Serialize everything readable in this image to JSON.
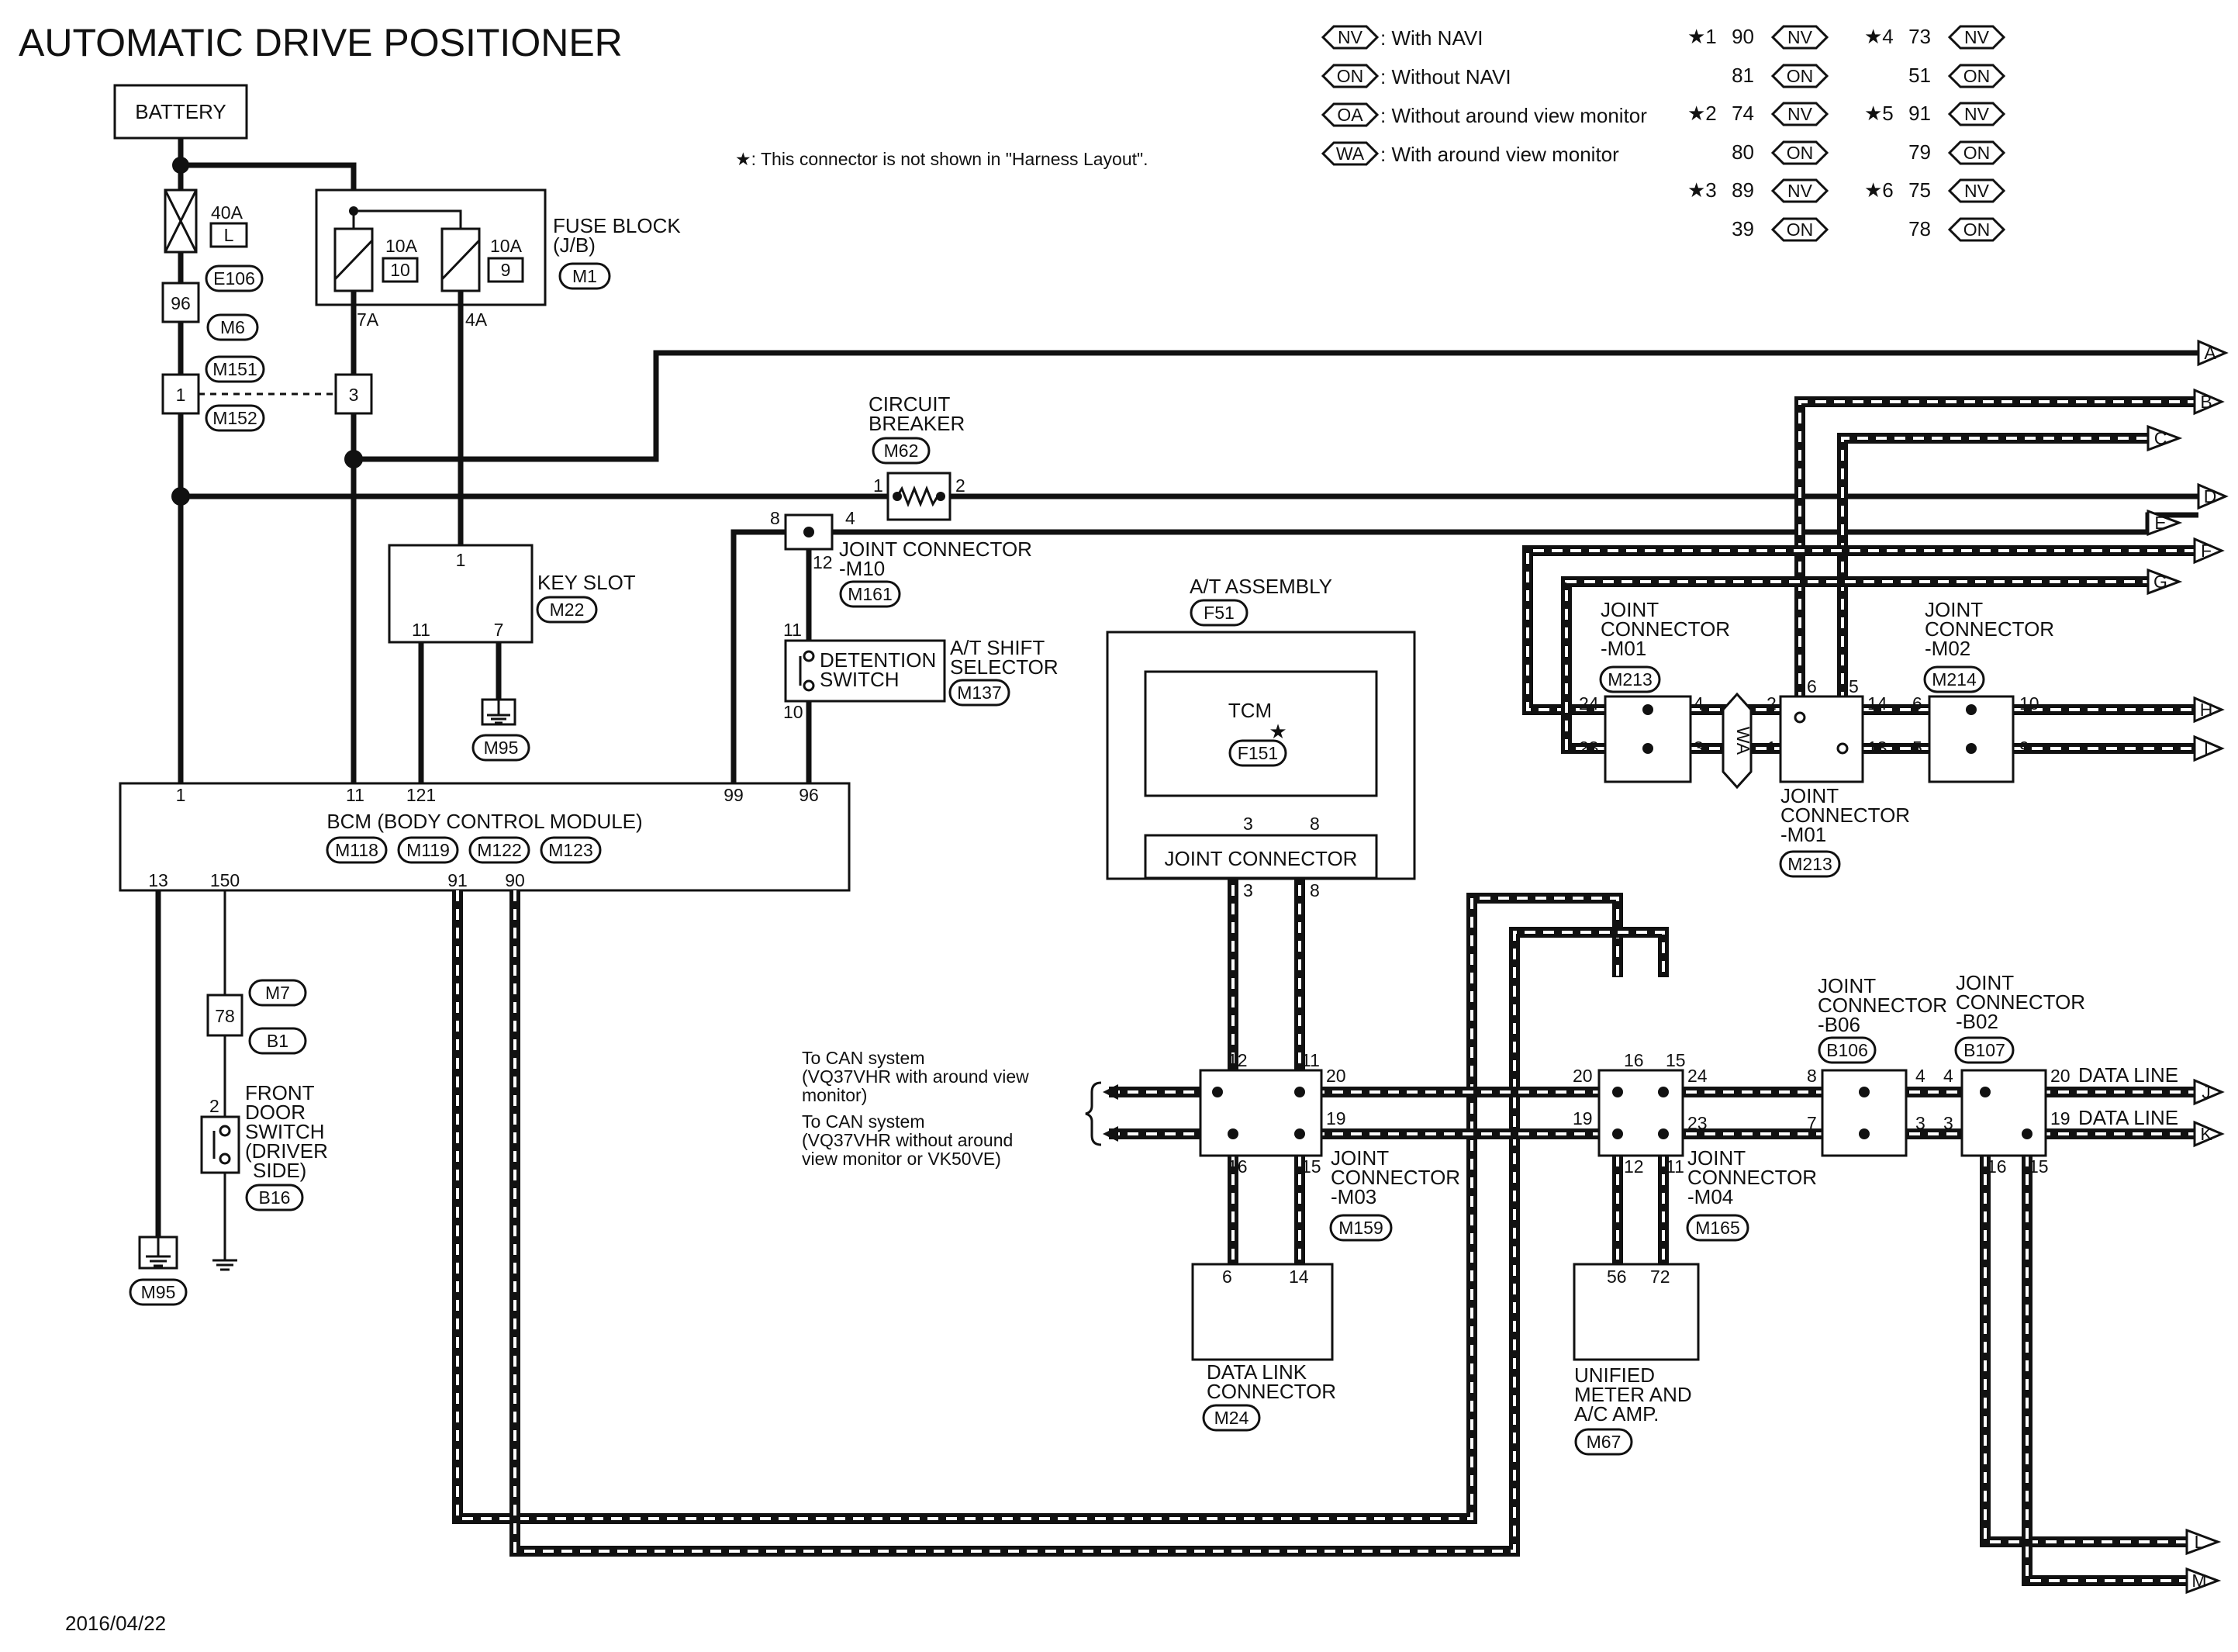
{
  "title": "AUTOMATIC DRIVE POSITIONER",
  "date": "2016/04/22",
  "note": "★: This connector is not shown in \"Harness Layout\".",
  "legend": [
    {
      "code": "NV",
      "text": ": With NAVI"
    },
    {
      "code": "ON",
      "text": ": Without NAVI"
    },
    {
      "code": "OA",
      "text": ": Without around view monitor"
    },
    {
      "code": "WA",
      "text": ": With around view monitor"
    }
  ],
  "star_table": [
    {
      "star": "★1",
      "a": "90",
      "a_code": "NV",
      "b": "81",
      "b_code": "ON"
    },
    {
      "star": "★2",
      "a": "74",
      "a_code": "NV",
      "b": "80",
      "b_code": "ON"
    },
    {
      "star": "★3",
      "a": "89",
      "a_code": "NV",
      "b": "39",
      "b_code": "ON"
    },
    {
      "star": "★4",
      "a": "73",
      "a_code": "NV",
      "b": "51",
      "b_code": "ON"
    },
    {
      "star": "★5",
      "a": "91",
      "a_code": "NV",
      "b": "79",
      "b_code": "ON"
    },
    {
      "star": "★6",
      "a": "75",
      "a_code": "NV",
      "b": "78",
      "b_code": "ON"
    }
  ],
  "battery": "BATTERY",
  "fuse_main": {
    "amp": "40A",
    "code": "L",
    "conn": "E106"
  },
  "c96": {
    "pin": "96",
    "conn": "M6"
  },
  "c1": {
    "pin": "1",
    "conn_a": "M151",
    "conn_b": "M152"
  },
  "c3": {
    "pin": "3"
  },
  "fuse_block": {
    "label_1": "FUSE BLOCK",
    "label_2": "(J/B)",
    "conn": "M1",
    "f1_amp": "10A",
    "f1_no": "10",
    "f2_amp": "10A",
    "f2_no": "9",
    "out1": "7A",
    "out2": "4A"
  },
  "key_slot": {
    "label": "KEY SLOT",
    "conn": "M22",
    "pin_top": "1",
    "pin_l": "11",
    "pin_r": "7",
    "ground": "M95"
  },
  "circuit_breaker": {
    "label_1": "CIRCUIT",
    "label_2": "BREAKER",
    "conn": "M62",
    "pin_l": "1",
    "pin_r": "2"
  },
  "joint_m10": {
    "label_1": "JOINT CONNECTOR",
    "label_2": "-M10",
    "conn": "M161",
    "pin_l": "8",
    "pin_r": "4",
    "pin_b": "12"
  },
  "shift": {
    "sw_1": "DETENTION",
    "sw_2": "SWITCH",
    "label_1": "A/T SHIFT",
    "label_2": "SELECTOR",
    "conn": "M137",
    "pin_t": "11",
    "pin_b": "10"
  },
  "bcm": {
    "label": "BCM (BODY CONTROL MODULE)",
    "c1": "M118",
    "c2": "M119",
    "c3": "M122",
    "c4": "M123",
    "top_pins": [
      "1",
      "11",
      "121",
      "99",
      "96"
    ],
    "bottom_pins": [
      "13",
      "150",
      "91",
      "90"
    ]
  },
  "c78": {
    "pin": "78",
    "conn_a": "M7",
    "conn_b": "B1"
  },
  "door_sw": {
    "l1": "FRONT",
    "l2": "DOOR",
    "l3": "SWITCH",
    "l4": "(DRIVER",
    "l5": "SIDE)",
    "conn": "B16",
    "pin": "2"
  },
  "gnd_bcm": "M95",
  "at_assembly": {
    "label": "A/T ASSEMBLY",
    "conn": "F51",
    "tcm": "TCM",
    "tcm_conn": "F151",
    "star": "★",
    "jc": "JOINT CONNECTOR",
    "p3": "3",
    "p8": "8"
  },
  "can_text": {
    "l1": "To CAN system",
    "l2": "(VQ37VHR with around view",
    "l3": "monitor)",
    "l4": "To CAN system",
    "l5": "(VQ37VHR without around",
    "l6": "view monitor or VK50VE)"
  },
  "jc_m03": {
    "l1": "JOINT",
    "l2": "CONNECTOR",
    "l3": "-M03",
    "conn": "M159",
    "p12": "12",
    "p11": "11",
    "p20": "20",
    "p19": "19",
    "p16": "16",
    "p15": "15"
  },
  "dlc": {
    "l1": "DATA LINK",
    "l2": "CONNECTOR",
    "conn": "M24",
    "p6": "6",
    "p14": "14"
  },
  "jc_m04": {
    "l1": "JOINT",
    "l2": "CONNECTOR",
    "l3": "-M04",
    "conn": "M165",
    "p20": "20",
    "p19": "19",
    "p16": "16",
    "p15": "15",
    "p24": "24",
    "p23": "23",
    "p12": "12",
    "p11": "11"
  },
  "meter": {
    "l1": "UNIFIED",
    "l2": "METER AND",
    "l3": "A/C AMP.",
    "conn": "M67",
    "p56": "56",
    "p72": "72"
  },
  "jc_b06": {
    "l1": "JOINT",
    "l2": "CONNECTOR",
    "l3": "-B06",
    "conn": "B106",
    "p8": "8",
    "p4": "4",
    "p7": "7",
    "p3": "3"
  },
  "jc_b02": {
    "l1": "JOINT",
    "l2": "CONNECTOR",
    "l3": "-B02",
    "conn": "B107",
    "p4": "4",
    "p3": "3",
    "p20": "20",
    "p19": "19",
    "p16": "16",
    "p15": "15"
  },
  "data_line": "DATA LINE",
  "jc_m01a": {
    "l1": "JOINT",
    "l2": "CONNECTOR",
    "l3": "-M01",
    "conn": "M213",
    "p24": "24",
    "p23": "23",
    "p4": "4",
    "p3": "3"
  },
  "wa": "WA",
  "jc_m01b": {
    "l1": "JOINT",
    "l2": "CONNECTOR",
    "l3": "-M01",
    "conn": "M213",
    "p2": "2",
    "p1": "1",
    "p6": "6",
    "p5": "5",
    "p14": "14",
    "p13": "13"
  },
  "jc_m02": {
    "l1": "JOINT",
    "l2": "CONNECTOR",
    "l3": "-M02",
    "conn": "M214",
    "p6": "6",
    "p5": "5",
    "p10": "10",
    "p9": "9"
  },
  "arrows": [
    "A",
    "B",
    "C",
    "D",
    "E",
    "F",
    "G",
    "H",
    "I",
    "J",
    "K",
    "L",
    "M"
  ]
}
